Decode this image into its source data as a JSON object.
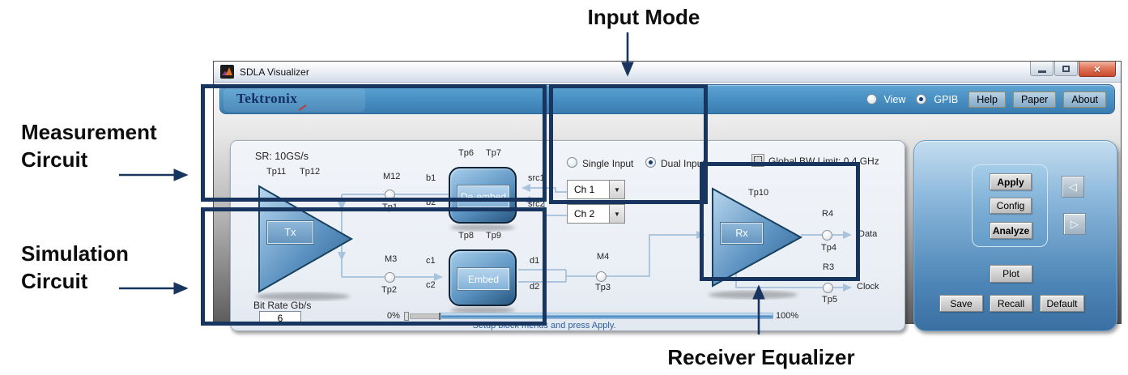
{
  "annotations": {
    "input_mode": "Input Mode",
    "measurement": "Measurement Circuit",
    "simulation": "Simulation Circuit",
    "receiver": "Receiver Equalizer"
  },
  "window": {
    "title": "SDLA Visualizer"
  },
  "icons": {
    "close": "×",
    "dropdown": "▼",
    "prev": "◁",
    "next": "▷"
  },
  "toolbar": {
    "logo": "Tektronix",
    "view": "View",
    "gpib": "GPIB",
    "help": "Help",
    "paper": "Paper",
    "about": "About"
  },
  "main": {
    "sr": "SR: 10GS/s",
    "single": "Single Input",
    "dual": "Dual Input",
    "ch1": "Ch 1",
    "ch2": "Ch 2",
    "global_bw": "Global BW Limit: 0.4 GHz",
    "bit_rate_label": "Bit Rate Gb/s",
    "bit_rate_value": "6",
    "pct0": "0%",
    "pct100": "100%",
    "status": "Setup block menus and press Apply.",
    "diagram": {
      "tx": "Tx",
      "rx": "Rx",
      "deembed": "De-embed",
      "embed": "Embed",
      "tp1": "Tp1",
      "tp2": "Tp2",
      "tp3": "Tp3",
      "tp4": "Tp4",
      "tp5": "Tp5",
      "tp6": "Tp6",
      "tp7": "Tp7",
      "tp8": "Tp8",
      "tp9": "Tp9",
      "tp10": "Tp10",
      "tp11": "Tp11",
      "tp12": "Tp12",
      "m12": "M12",
      "m3": "M3",
      "m4": "M4",
      "b1": "b1",
      "b2": "b2",
      "c1": "c1",
      "c2": "c2",
      "d1": "d1",
      "d2": "d2",
      "src1": "src1",
      "src2": "src2",
      "r4": "R4",
      "r3": "R3",
      "data": "Data",
      "clock": "Clock"
    }
  },
  "controls": {
    "apply": "Apply",
    "config": "Config",
    "analyze": "Analyze",
    "plot": "Plot",
    "save": "Save",
    "recall": "Recall",
    "default": "Default"
  },
  "colors": {
    "annotation_navy": "#17355e",
    "toolbar_blue": "#4a92c5",
    "panel_blue": "#4d86b6",
    "connector_blue": "#adc6de",
    "status_blue": "#2d5f9e",
    "close_red": "#c84a2e"
  }
}
